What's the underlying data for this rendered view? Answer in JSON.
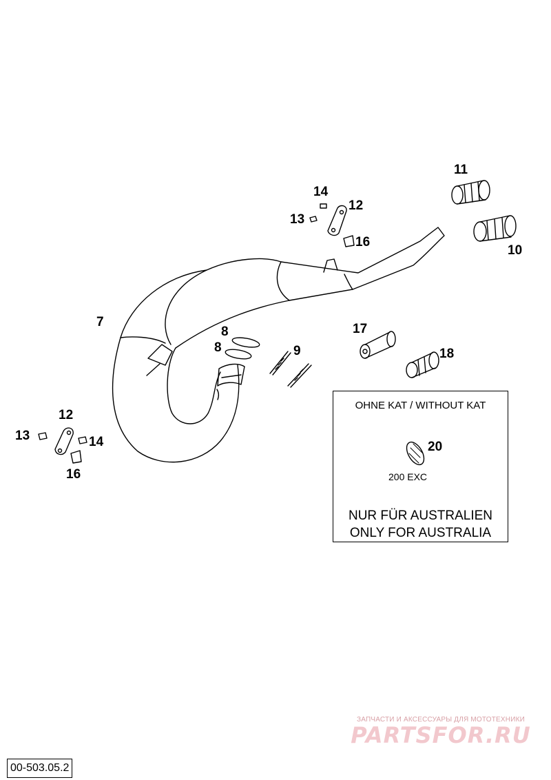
{
  "callouts": {
    "c7": "7",
    "c8a": "8",
    "c8b": "8",
    "c9": "9",
    "c10": "10",
    "c11": "11",
    "c12a": "12",
    "c12b": "12",
    "c13a": "13",
    "c13b": "13",
    "c14a": "14",
    "c14b": "14",
    "c16a": "16",
    "c16b": "16",
    "c17": "17",
    "c18": "18"
  },
  "kat_box": {
    "title": "OHNE KAT / WITHOUT KAT",
    "part_number": "20",
    "model": "200 EXC",
    "note_de": "NUR FÜR AUSTRALIEN",
    "note_en": "ONLY FOR AUSTRALIA"
  },
  "watermark": {
    "tagline": "ЗАПЧАСТИ И АКСЕССУАРЫ ДЛЯ МОТОТЕХНИКИ",
    "brand": "PARTSFOR.RU"
  },
  "diagram_code": "00-503.05.2",
  "colors": {
    "line": "#000000",
    "watermark": "#f2c8cd"
  }
}
